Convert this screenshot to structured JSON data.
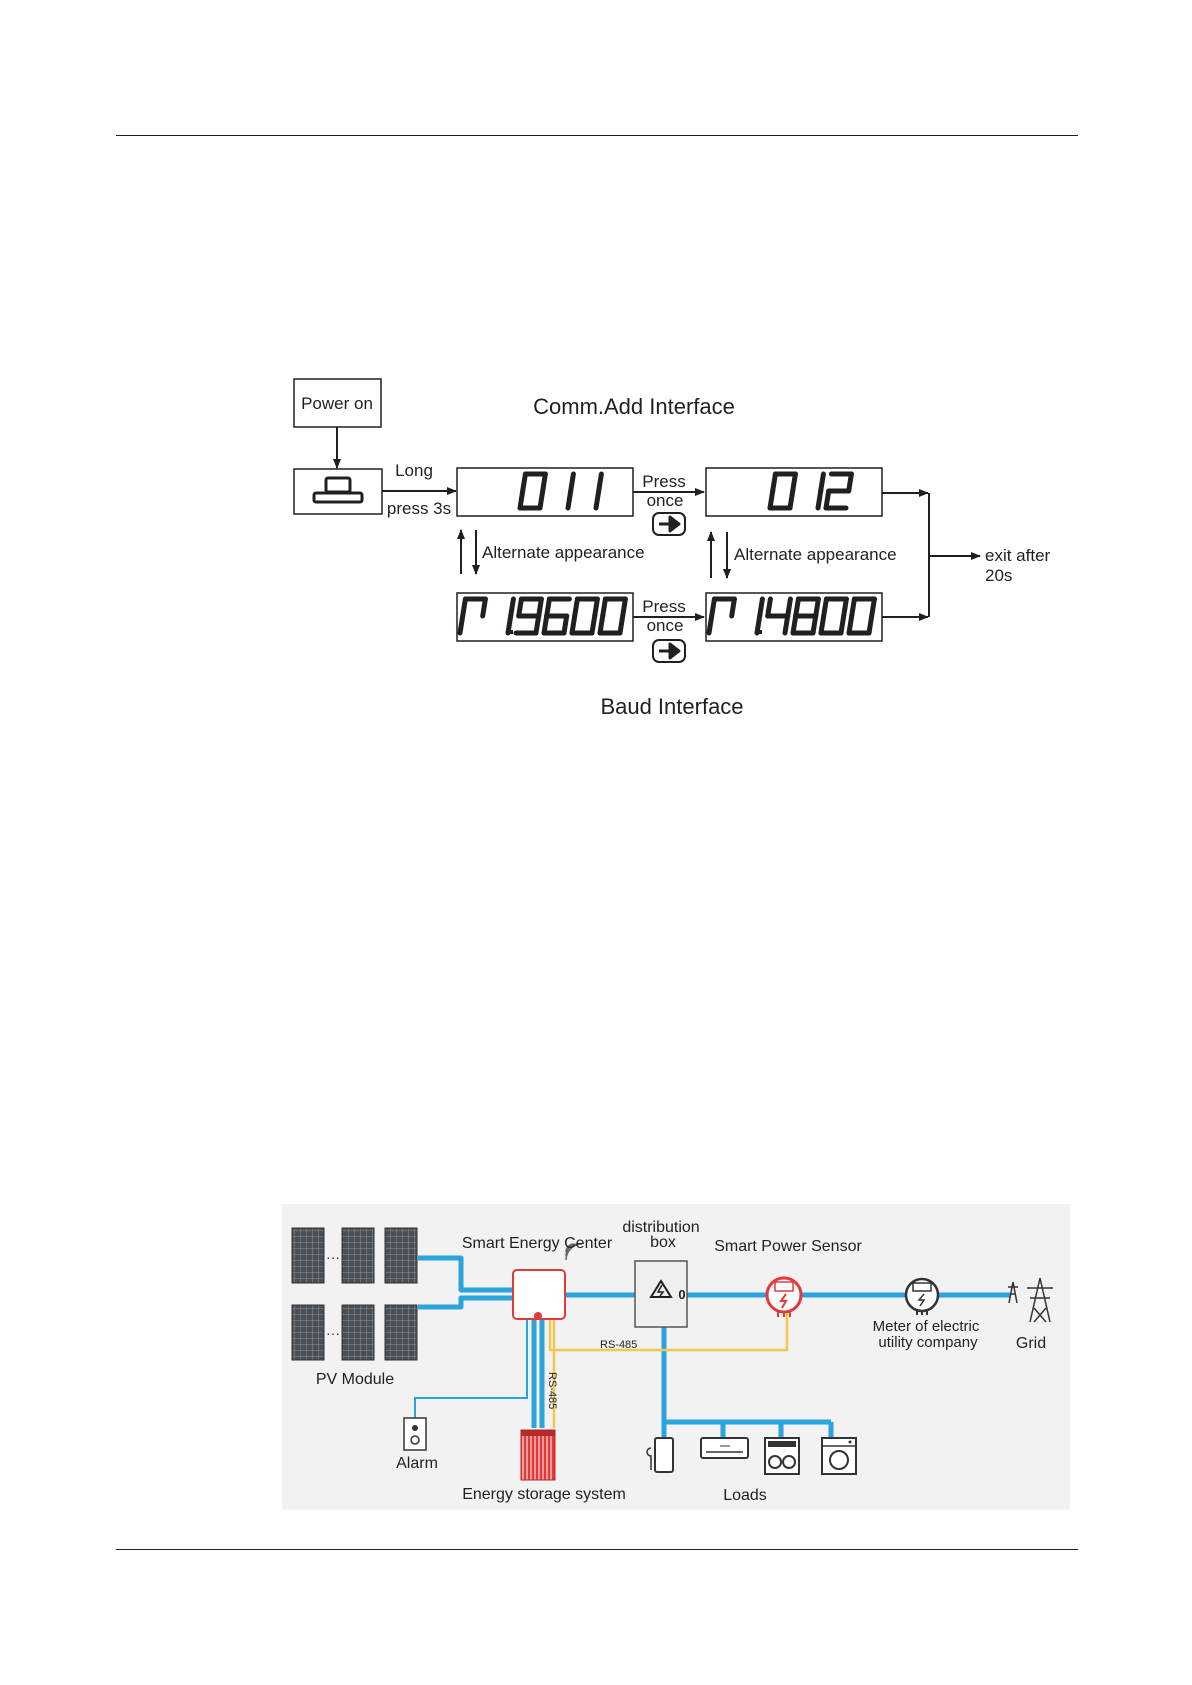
{
  "flowchart": {
    "power_on": "Power on",
    "comm_title": "Comm.Add Interface",
    "baud_title": "Baud  Interface",
    "long": "Long",
    "press_3s": "press 3s",
    "press": "Press",
    "once": "once",
    "alternate": "Alternate appearance",
    "exit_line1": "exit after",
    "exit_line2": "20s",
    "displays": {
      "comm_a": "011",
      "comm_b": "012",
      "baud_a": "n1.9600",
      "baud_b": "n1.4800"
    }
  },
  "system": {
    "pv_module": "PV Module",
    "smart_energy_center": "Smart Energy Center",
    "distribution_box_line1": "distribution",
    "distribution_box_line2": "box",
    "smart_power_sensor": "Smart Power Sensor",
    "rs485_horizontal": "RS-485",
    "rs485_vertical": "RS-485",
    "alarm": "Alarm",
    "energy_storage": "Energy storage system",
    "loads": "Loads",
    "meter_line1": "Meter of electric",
    "meter_line2": "utility company",
    "grid": "Grid",
    "breaker_mark": "0"
  },
  "colors": {
    "ac_line": "#2ba3dc",
    "rs485_line": "#f2c94c",
    "sec_red": "#e23a3a"
  }
}
